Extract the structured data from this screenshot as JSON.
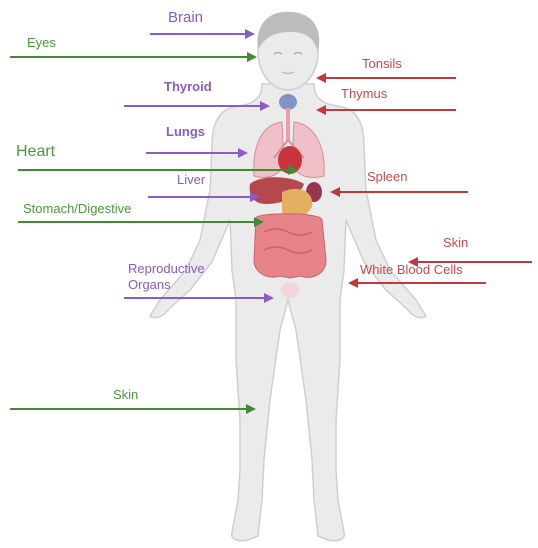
{
  "colors": {
    "purple": "#8a5cc4",
    "green": "#3f8a32",
    "red": "#c0393b",
    "body_fill": "#ebebeb",
    "body_stroke": "#cfcfcf",
    "hair": "#bdbdbd",
    "organ_red": "#d9545c",
    "intestine": "#e6848a",
    "lung": "#f0c0c8",
    "thyroid": "#7f93c4"
  },
  "labels": {
    "brain": "Brain",
    "eyes": "Eyes",
    "thyroid": "Thyroid",
    "lungs": "Lungs",
    "heart": "Heart",
    "liver": "Liver",
    "stomach": "Stomach/Digestive",
    "reproductive_line1": "Reproductive",
    "reproductive_line2": "Organs",
    "skin_left": "Skin",
    "tonsils": "Tonsils",
    "thymus": "Thymus",
    "spleen": "Spleen",
    "skin_right": "Skin",
    "white_blood_cells": "White Blood Cells"
  }
}
